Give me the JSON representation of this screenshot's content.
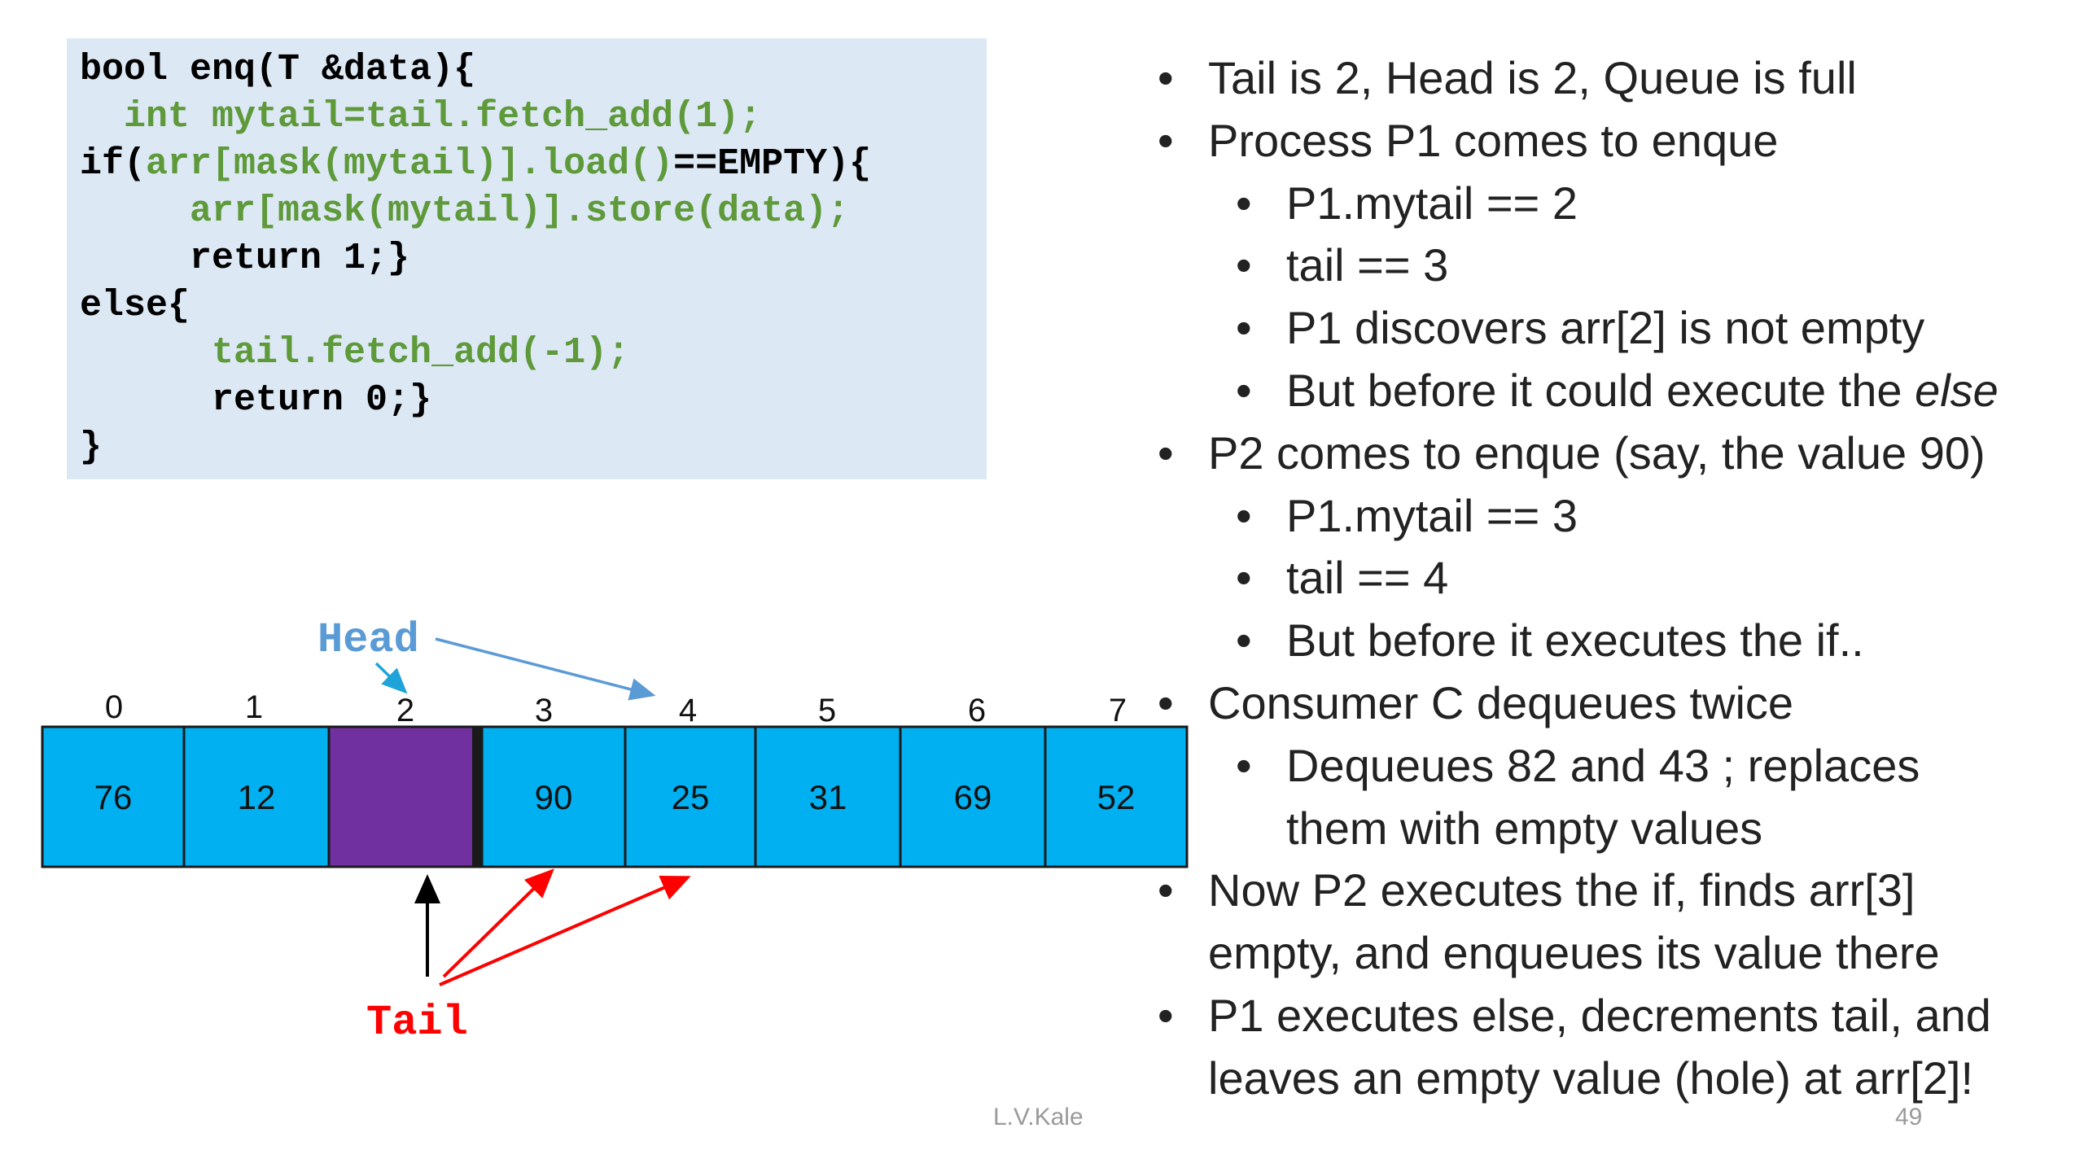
{
  "code": {
    "lines": [
      "bool enq(T &data){",
      "  int mytail=tail.fetch_add(1);",
      "if(arr[mask(mytail)].load()==EMPTY){",
      "     arr[mask(mytail)].store(data);",
      "     return 1;}",
      "else{",
      "      tail.fetch_add(-1);",
      "      return 0;}",
      "}"
    ]
  },
  "diagram": {
    "head_label": "Head",
    "tail_label": "Tail",
    "indices": [
      "0",
      "1",
      "2",
      "3",
      "4",
      "5",
      "6",
      "7"
    ],
    "cells": [
      "76",
      "12",
      "",
      "90",
      "25",
      "31",
      "69",
      "52"
    ],
    "colors": {
      "cell": "#00b0f0",
      "hole": "#7030a0",
      "head": "#5b9bd5",
      "tail": "#ff0000"
    }
  },
  "bullets": [
    {
      "level": 1,
      "text": "Tail is 2, Head is 2, Queue is full"
    },
    {
      "level": 1,
      "text": "Process P1 comes to enque"
    },
    {
      "level": 2,
      "text": "P1.mytail == 2"
    },
    {
      "level": 2,
      "text": "tail == 3"
    },
    {
      "level": 2,
      "text": "P1 discovers arr[2] is not empty"
    },
    {
      "level": 2,
      "text": "But before it could execute the ",
      "emph": "else"
    },
    {
      "level": 1,
      "text": "P2 comes to enque (say, the value 90)"
    },
    {
      "level": 2,
      "text": "P1.mytail == 3"
    },
    {
      "level": 2,
      "text": "tail == 4"
    },
    {
      "level": 2,
      "text": "But before it executes the if.."
    },
    {
      "level": 1,
      "text": "Consumer C dequeues twice"
    },
    {
      "level": 2,
      "text": "Dequeues 82 and 43 ; replaces"
    },
    {
      "level": 0,
      "text": "them with empty values"
    },
    {
      "level": 1,
      "text": "Now P2 executes the if, finds arr[3]"
    },
    {
      "level": 0,
      "text": "empty, and enqueues its value there"
    },
    {
      "level": 1,
      "text": "P1 executes else, decrements tail, and"
    },
    {
      "level": 0,
      "text": "leaves an empty value (hole) at arr[2]!"
    }
  ],
  "footer": {
    "author": "L.V.Kale",
    "page": "49"
  }
}
